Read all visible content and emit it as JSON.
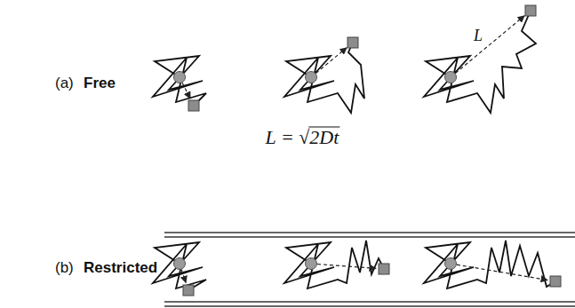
{
  "diagram": {
    "labels": [
      "(a)",
      "Free",
      "L",
      "L = √2Dt",
      "(b)",
      "Restricted"
    ]
  }
}
